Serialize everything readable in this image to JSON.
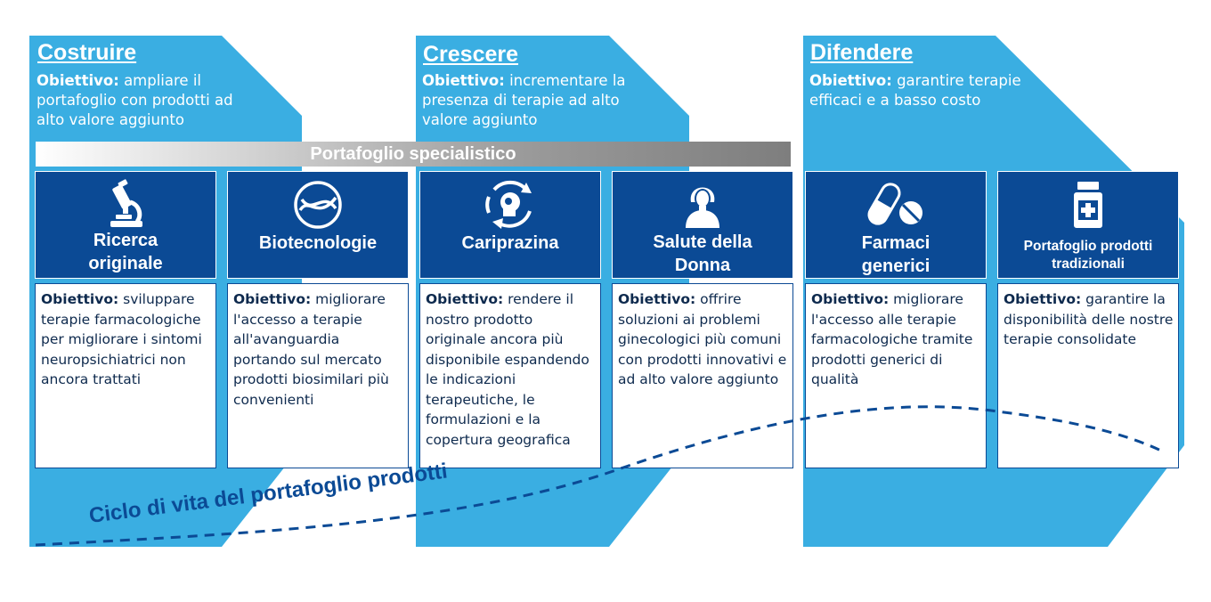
{
  "colors": {
    "phase_blue": "#3aaee2",
    "header_navy": "#0b4a95",
    "card_text": "#0e2a4e",
    "curve": "#0b4a95"
  },
  "phases": [
    {
      "title": "Costruire",
      "objective_label": "Obiettivo:",
      "objective_text": "ampliare il portafoglio con prodotti ad alto valore aggiunto"
    },
    {
      "title": "Crescere",
      "objective_label": "Obiettivo:",
      "objective_text": "incrementare la presenza di terapie ad alto valore aggiunto"
    },
    {
      "title": "Difendere",
      "objective_label": "Obiettivo:",
      "objective_text": "garantire terapie efficaci e a basso costo"
    }
  ],
  "banner": "Portafoglio specialistico",
  "areas": [
    {
      "icon": "microscope-icon",
      "title": "Ricerca originale",
      "objective_label": "Obiettivo:",
      "objective_text": "sviluppare terapie farmacologiche per migliorare i sintomi neuropsichiatrici non ancora trattati"
    },
    {
      "icon": "dna-circle-icon",
      "title": "Biotecnologie",
      "objective_label": "Obiettivo:",
      "objective_text": "migliorare l'accesso a terapie all'avanguardia portando sul mercato prodotti biosimilari più convenienti"
    },
    {
      "icon": "head-cycle-icon",
      "title": "Cariprazina",
      "objective_label": "Obiettivo:",
      "objective_text": "rendere il nostro prodotto originale ancora più disponibile espandendo le indicazioni terapeutiche, le formulazioni e la copertura geografica"
    },
    {
      "icon": "woman-icon",
      "title": "Salute della Donna",
      "objective_label": "Obiettivo:",
      "objective_text": "offrire soluzioni ai problemi ginecologici più comuni con prodotti innovativi e ad alto valore aggiunto"
    },
    {
      "icon": "pills-icon",
      "title": "Farmaci generici",
      "objective_label": "Obiettivo:",
      "objective_text": "migliorare l'accesso alle terapie farmacologiche tramite prodotti generici di qualità"
    },
    {
      "icon": "medicine-bottle-icon",
      "title": "Portafoglio prodotti tradizionali",
      "objective_label": "Obiettivo:",
      "objective_text": "garantire la disponibilità delle nostre terapie consolidate"
    }
  ],
  "lifecycle_label": "Ciclo di vita del portafoglio prodotti"
}
